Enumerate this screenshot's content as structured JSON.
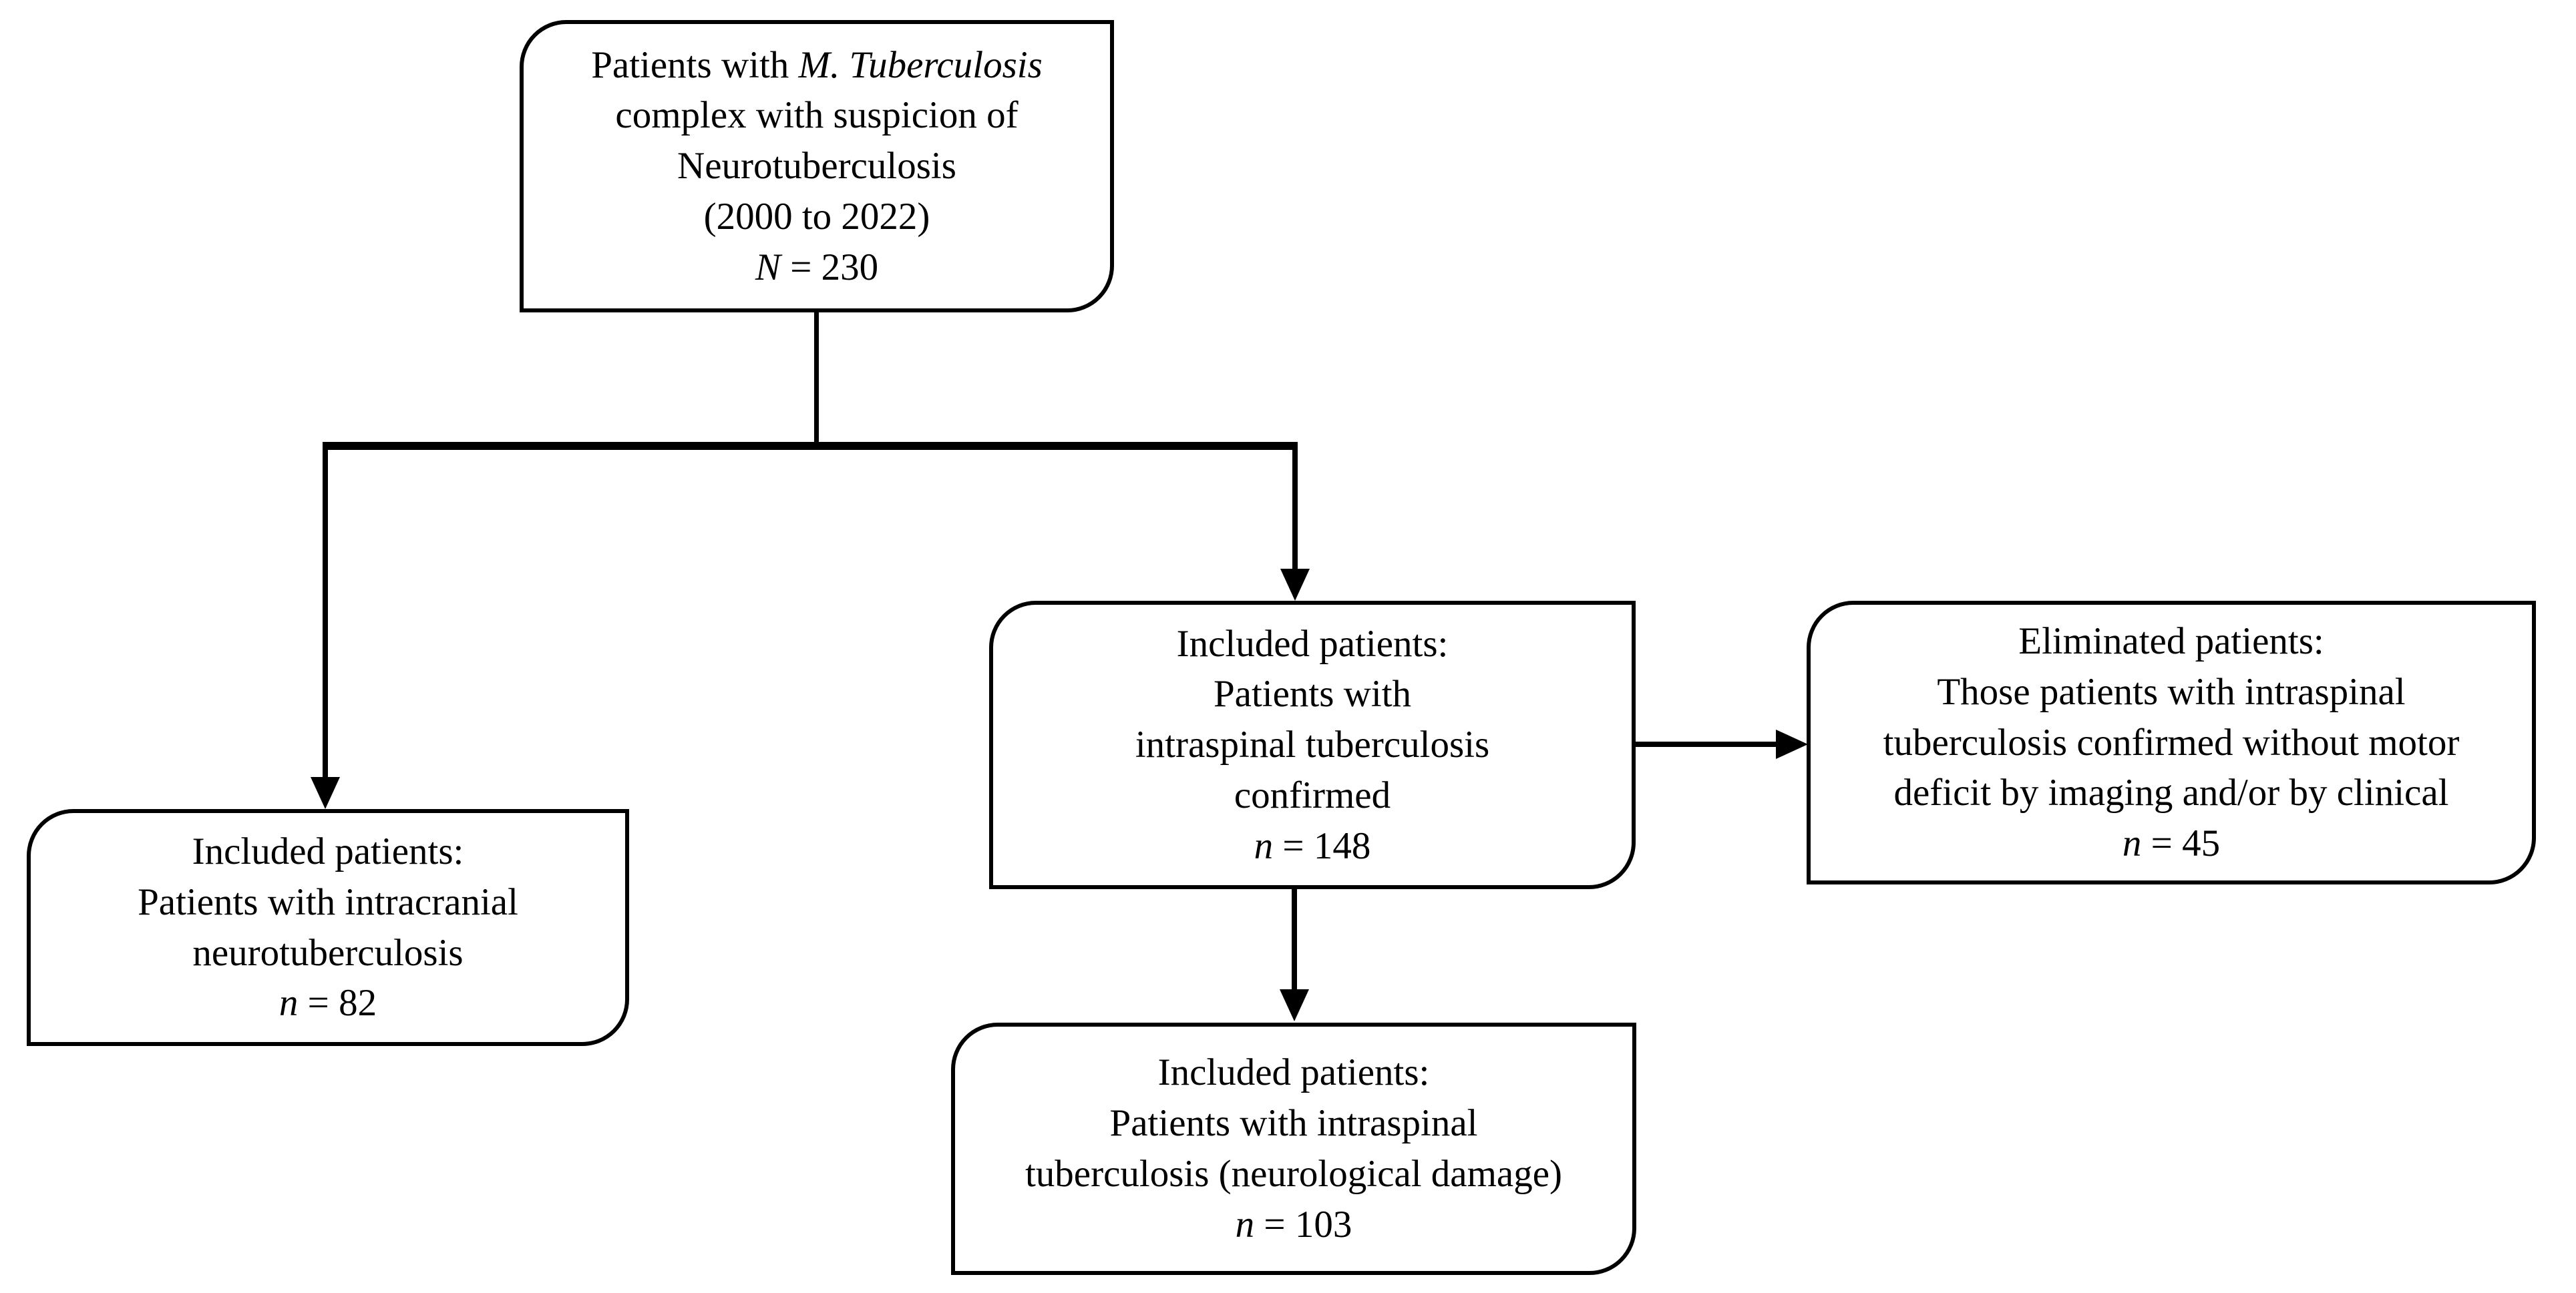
{
  "colors": {
    "background": "#ffffff",
    "foreground": "#000000"
  },
  "diagram": {
    "type": "flowchart",
    "nodes": {
      "top": {
        "line1_regular": "Patients with ",
        "line1_italic": "M. Tuberculosis",
        "line2": "complex with suspicion of",
        "line3": "Neurotuberculosis",
        "line4": "(2000 to 2022)",
        "count_symbol": "N",
        "count_rest": " = 230"
      },
      "left": {
        "line1": "Included patients:",
        "line2": "Patients with intracranial",
        "line3": "neurotuberculosis",
        "count_symbol": "n",
        "count_rest": " = 82"
      },
      "middle": {
        "line1": "Included patients:",
        "line2": "Patients with",
        "line3": "intraspinal tuberculosis",
        "line4": "confirmed",
        "count_symbol": "n",
        "count_rest": " = 148"
      },
      "right": {
        "line1": "Eliminated patients:",
        "line2": "Those patients with intraspinal",
        "line3": "tuberculosis confirmed without motor",
        "line4": "deficit by imaging and/or by clinical",
        "count_symbol": "n",
        "count_rest": " = 45"
      },
      "bottom": {
        "line1": "Included patients:",
        "line2": "Patients with intraspinal",
        "line3": "tuberculosis (neurological damage)",
        "count_symbol": "n",
        "count_rest": " = 103"
      }
    },
    "edges": [
      {
        "from": "top",
        "to": "left",
        "arrow": true
      },
      {
        "from": "top",
        "to": "middle",
        "arrow": true
      },
      {
        "from": "middle",
        "to": "right",
        "arrow": true
      },
      {
        "from": "middle",
        "to": "bottom",
        "arrow": true
      }
    ]
  }
}
